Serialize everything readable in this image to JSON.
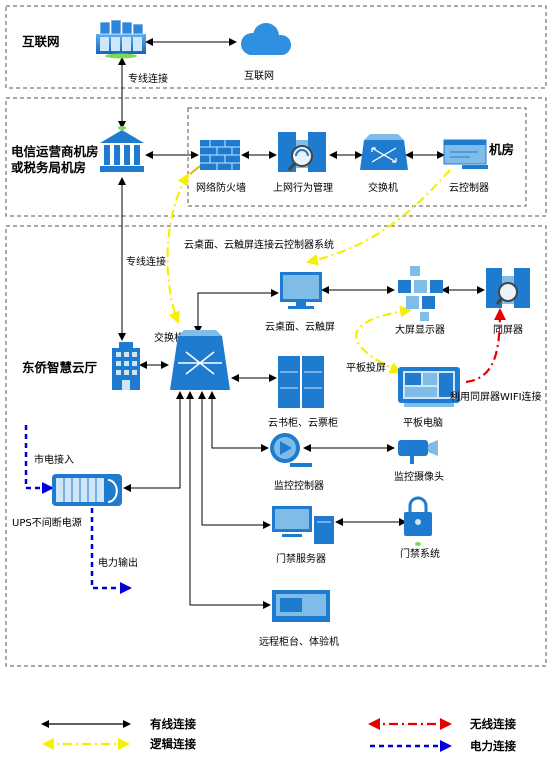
{
  "zones": {
    "internet": "互联网",
    "telecom_line1": "电信运营商机房",
    "telecom_line2": "或税务局机房",
    "machine_room": "机房",
    "hall": "东侨智慧云厅"
  },
  "labels": {
    "internet_cloud": "互联网",
    "dedicated_line_top": "专线连接",
    "dedicated_line_mid": "专线连接",
    "firewall": "网络防火墙",
    "behavior_mgmt": "上网行为管理",
    "switch_room": "交换机",
    "cloud_controller": "云控制器",
    "logic_note": "云桌面、云触屏连接云控制器系统",
    "switch_hall": "交换机",
    "cloud_desktop": "云桌面、云触屏",
    "big_screen": "大屏显示器",
    "screen_sync": "同屏器",
    "tablet_cast": "平板投屏",
    "tablet": "平板电脑",
    "wifi_note": "利用同屏器WIFI连接",
    "cabinet": "云书柜、云票柜",
    "monitor_ctrl": "监控控制器",
    "camera": "监控摄像头",
    "mains_input": "市电接入",
    "ups": "UPS不间断电源",
    "power_output": "电力输出",
    "access_server": "门禁服务器",
    "access_system": "门禁系统",
    "remote_counter": "远程柜台、体验机"
  },
  "legend": {
    "wired": "有线连接",
    "logic": "逻辑连接",
    "wireless": "无线连接",
    "power": "电力连接"
  },
  "colors": {
    "wired": "#000000",
    "logic": "#f5f000",
    "wireless": "#e60000",
    "power": "#0000dd",
    "icon_blue": "#1f7bd0",
    "icon_light": "#7fbde8",
    "cloud": "#2f8fe0",
    "zone_border": "#555555"
  },
  "icons": {
    "servers": "server-stack-icon",
    "cloud": "cloud-icon",
    "bank": "building-icon",
    "firewall": "firewall-icon",
    "behavior": "magnifier-server-icon",
    "switch": "switch-icon",
    "controller": "controller-icon",
    "monitor": "monitor-icon",
    "wall": "video-wall-icon",
    "tablet": "tablet-icon",
    "cabinet": "cabinet-icon",
    "camera": "camera-icon",
    "ups": "ups-icon",
    "lock": "lock-icon",
    "office": "office-building-icon"
  }
}
